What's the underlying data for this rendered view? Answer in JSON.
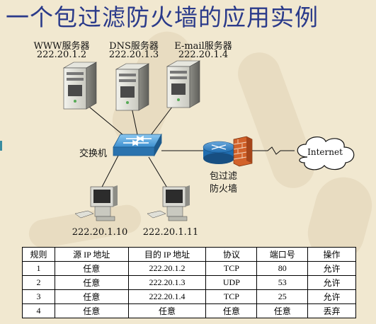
{
  "title": "一个包过滤防火墙的应用实例",
  "servers": [
    {
      "name": "WWW服务器",
      "ip": "222.20.1.2"
    },
    {
      "name": "DNS服务器",
      "ip": "222.20.1.3"
    },
    {
      "name": "E-mail服务器",
      "ip": "222.20.1.4"
    }
  ],
  "switch_label": "交换机",
  "firewall_label_line1": "包过滤",
  "firewall_label_line2": "防火墙",
  "internet_label": "Internet",
  "clients": [
    {
      "ip": "222.20.1.10"
    },
    {
      "ip": "222.20.1.11"
    }
  ],
  "table": {
    "headers": [
      "规则",
      "源 IP 地址",
      "目的 IP 地址",
      "协议",
      "端口号",
      "操作"
    ],
    "rows": [
      [
        "1",
        "任意",
        "222.20.1.2",
        "TCP",
        "80",
        "允许"
      ],
      [
        "2",
        "任意",
        "222.20.1.3",
        "UDP",
        "53",
        "允许"
      ],
      [
        "3",
        "任意",
        "222.20.1.4",
        "TCP",
        "25",
        "允许"
      ],
      [
        "4",
        "任意",
        "任意",
        "任意",
        "任意",
        "丢弃"
      ]
    ]
  },
  "colors": {
    "title": "#2a3a8a",
    "switch": "#3d8fd0",
    "router": "#1f6db0",
    "firewall": "#d2622a"
  }
}
